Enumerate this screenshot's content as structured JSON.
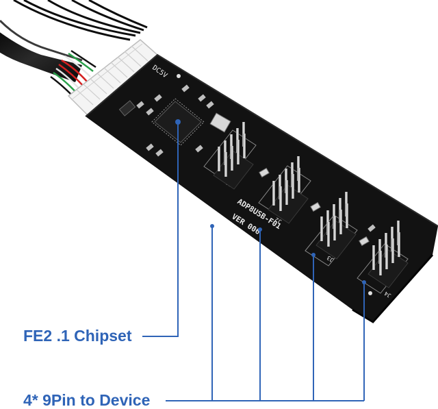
{
  "annotations": {
    "chipset_label": "FE2 .1 Chipset",
    "pins_label": "4* 9Pin to Device"
  },
  "board": {
    "model_text": "ADP8USB-F01",
    "version_text": "VER 006",
    "connector_marking": "DC5V",
    "header_labels": [
      "J1",
      "J2",
      "J3",
      "J4"
    ]
  },
  "colors": {
    "annotation": "#2f64b7",
    "pcb": "#121212",
    "wire_red": "#d42020",
    "wire_green": "#2aa14a",
    "wire_white": "#e6e6e6",
    "wire_black": "#111111"
  }
}
